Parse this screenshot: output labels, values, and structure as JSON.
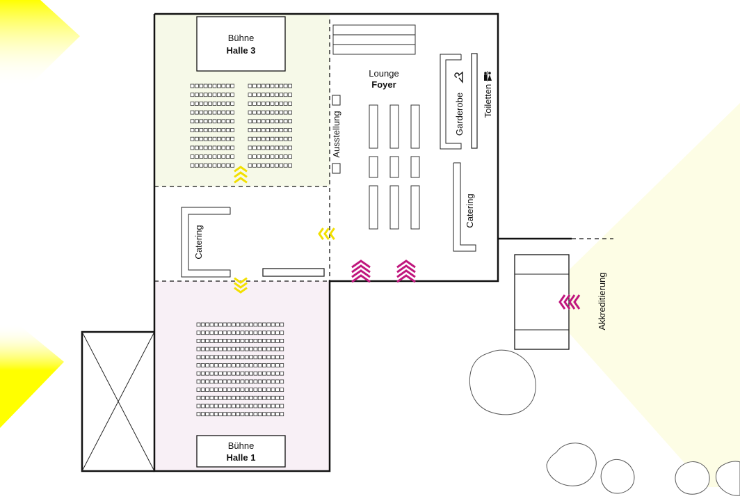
{
  "zones": {
    "halle3": {
      "stage_label": "Bühne",
      "name": "Halle 3"
    },
    "halle1": {
      "stage_label": "Bühne",
      "name": "Halle 1"
    },
    "foyer": {
      "label": "Lounge",
      "name": "Foyer"
    }
  },
  "labels": {
    "ausstellung": "Ausstellung",
    "garderobe": "Garderobe",
    "toiletten": "Toiletten",
    "catering_left": "Catering",
    "catering_right": "Catering",
    "akkreditierung": "Akkreditierung"
  },
  "icons": {
    "garderobe": "coat-hanger-icon",
    "toiletten": "restroom-icon",
    "arrows_yellow": "chevron-arrows-yellow",
    "arrows_magenta": "chevron-arrows-magenta"
  },
  "colors": {
    "halle3_fill": "#f6f9e8",
    "halle1_fill": "#f8f0f6",
    "highlight_yellow": "#ffff00",
    "pale_yellow": "#fdfde0",
    "arrow_yellow": "#f2e000",
    "arrow_magenta": "#c0187e"
  }
}
